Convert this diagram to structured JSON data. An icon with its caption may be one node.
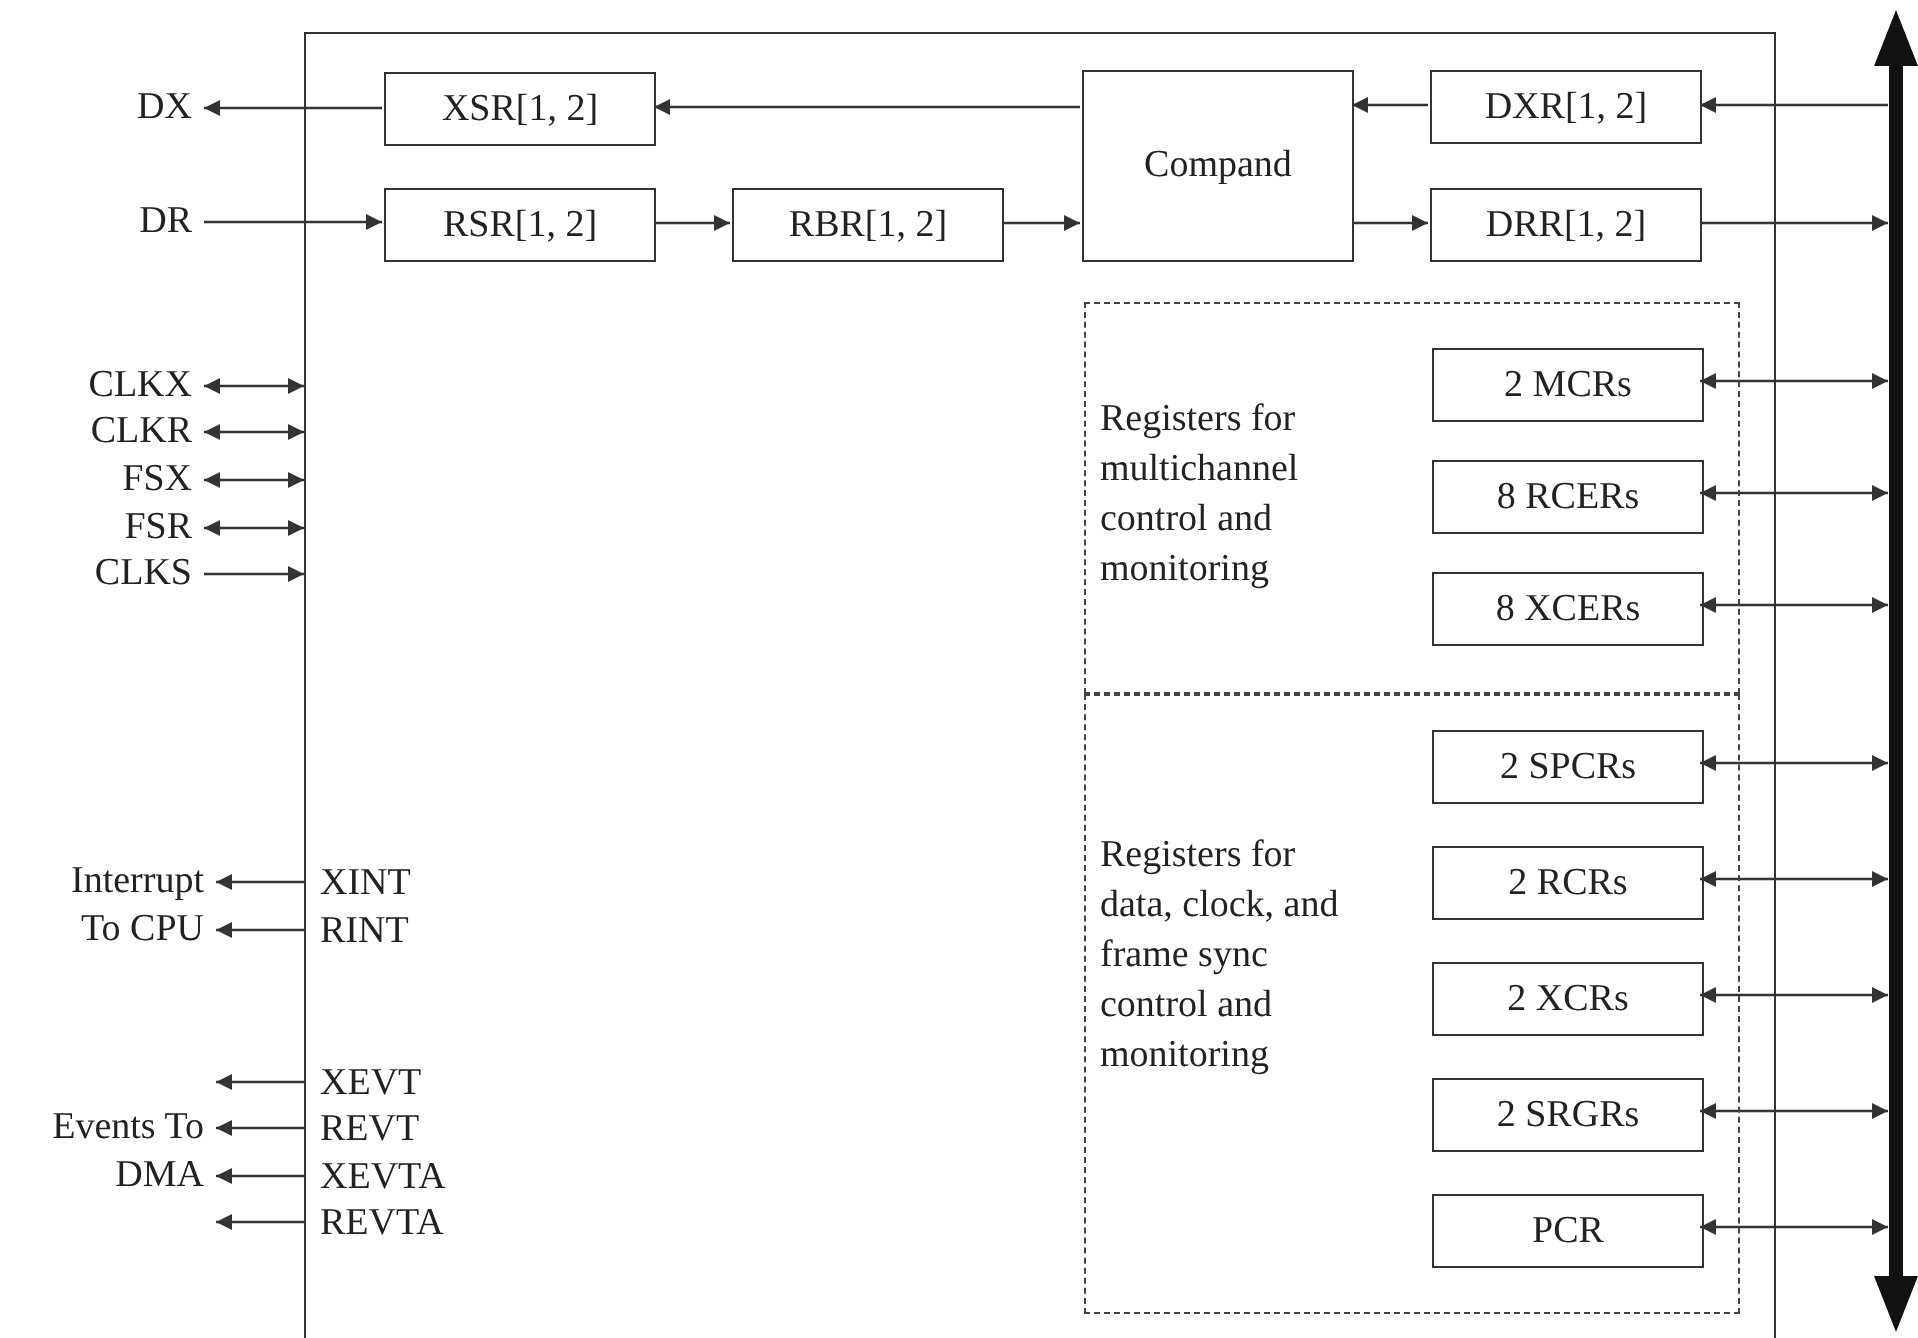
{
  "diagram": {
    "nodes": [
      {
        "text": [],
        "shape": "box"
      },
      {
        "text": [
          "DX"
        ]
      },
      {
        "text": [
          "DR"
        ]
      },
      {
        "text": [
          "CLKX"
        ]
      },
      {
        "text": [
          "CLKR"
        ]
      },
      {
        "text": [
          "FSX"
        ]
      },
      {
        "text": [
          "FSR"
        ]
      },
      {
        "text": [
          "CLKS"
        ]
      },
      {
        "text": [
          "Interrupt To CPU"
        ]
      },
      {
        "text": [
          "Events To DMA"
        ]
      },
      {
        "text": [
          "XSR[1, 2]"
        ],
        "in": 0
      },
      {
        "text": [
          "RSR[1, 2]"
        ],
        "in": 0
      },
      {
        "text": [
          "RBR[1, 2]"
        ],
        "in": 0
      },
      {
        "text": [
          "Compand"
        ],
        "in": 0
      },
      {
        "text": [
          "DXR[1, 2]"
        ],
        "in": 0
      },
      {
        "text": [
          "DRR[1, 2]"
        ],
        "in": 0
      },
      {
        "text": [
          "Registers for multichannel control and monitoring"
        ],
        "in": 0
      },
      {
        "text": [
          "2 MCRs"
        ],
        "in": 16
      },
      {
        "text": [
          "8 RCERs"
        ],
        "in": 16
      },
      {
        "text": [
          "8 XCERs"
        ],
        "in": 16
      },
      {
        "text": [
          "Registers for data, clock, and frame sync control and monitoring"
        ],
        "in": 0
      },
      {
        "text": [
          "2 SPCRs"
        ],
        "in": 20
      },
      {
        "text": [
          "2 RCRs"
        ],
        "in": 20
      },
      {
        "text": [
          "2 XCRs"
        ],
        "in": 20
      },
      {
        "text": [
          "2 SRGRs"
        ],
        "in": 20
      },
      {
        "text": [
          "PCR"
        ],
        "in": 20
      },
      {
        "text": [
          "XINT"
        ],
        "in": 0
      },
      {
        "text": [
          "RINT"
        ],
        "in": 0
      },
      {
        "text": [
          "XEVT"
        ],
        "in": 0
      },
      {
        "text": [
          "REVT"
        ],
        "in": 0
      },
      {
        "text": [
          "XEVTA"
        ],
        "in": 0
      },
      {
        "text": [
          "REVTA"
        ],
        "in": 0
      },
      {
        "text": [],
        "shape": "bar"
      }
    ],
    "edges": [
      {
        "from": 32,
        "to": 14,
        "arrow": "to"
      },
      {
        "from": 14,
        "to": 13,
        "arrow": "to"
      },
      {
        "from": 13,
        "to": 10,
        "arrow": "to"
      },
      {
        "from": 10,
        "to": 1,
        "arrow": "to"
      },
      {
        "from": 2,
        "to": 11,
        "arrow": "to"
      },
      {
        "from": 11,
        "to": 12,
        "arrow": "to"
      },
      {
        "from": 12,
        "to": 13,
        "arrow": "to"
      },
      {
        "from": 13,
        "to": 15,
        "arrow": "to"
      },
      {
        "from": 15,
        "to": 32,
        "arrow": "to"
      },
      {
        "from": 3,
        "to": 0,
        "arrow": "both"
      },
      {
        "from": 4,
        "to": 0,
        "arrow": "both"
      },
      {
        "from": 5,
        "to": 0,
        "arrow": "both"
      },
      {
        "from": 6,
        "to": 0,
        "arrow": "both"
      },
      {
        "from": 7,
        "to": 0,
        "arrow": "to"
      },
      {
        "from": 17,
        "to": 32,
        "arrow": "both"
      },
      {
        "from": 18,
        "to": 32,
        "arrow": "both"
      },
      {
        "from": 19,
        "to": 32,
        "arrow": "both"
      },
      {
        "from": 21,
        "to": 32,
        "arrow": "both"
      },
      {
        "from": 22,
        "to": 32,
        "arrow": "both"
      },
      {
        "from": 23,
        "to": 32,
        "arrow": "both"
      },
      {
        "from": 24,
        "to": 32,
        "arrow": "both"
      },
      {
        "from": 25,
        "to": 32,
        "arrow": "both"
      },
      {
        "from": 26,
        "to": 8,
        "arrow": "to"
      },
      {
        "from": 27,
        "to": 8,
        "arrow": "to"
      },
      {
        "from": 28,
        "to": 9,
        "arrow": "to"
      },
      {
        "from": 29,
        "to": 9,
        "arrow": "to"
      },
      {
        "from": 30,
        "to": 9,
        "arrow": "to"
      },
      {
        "from": 31,
        "to": 9,
        "arrow": "to"
      }
    ]
  }
}
